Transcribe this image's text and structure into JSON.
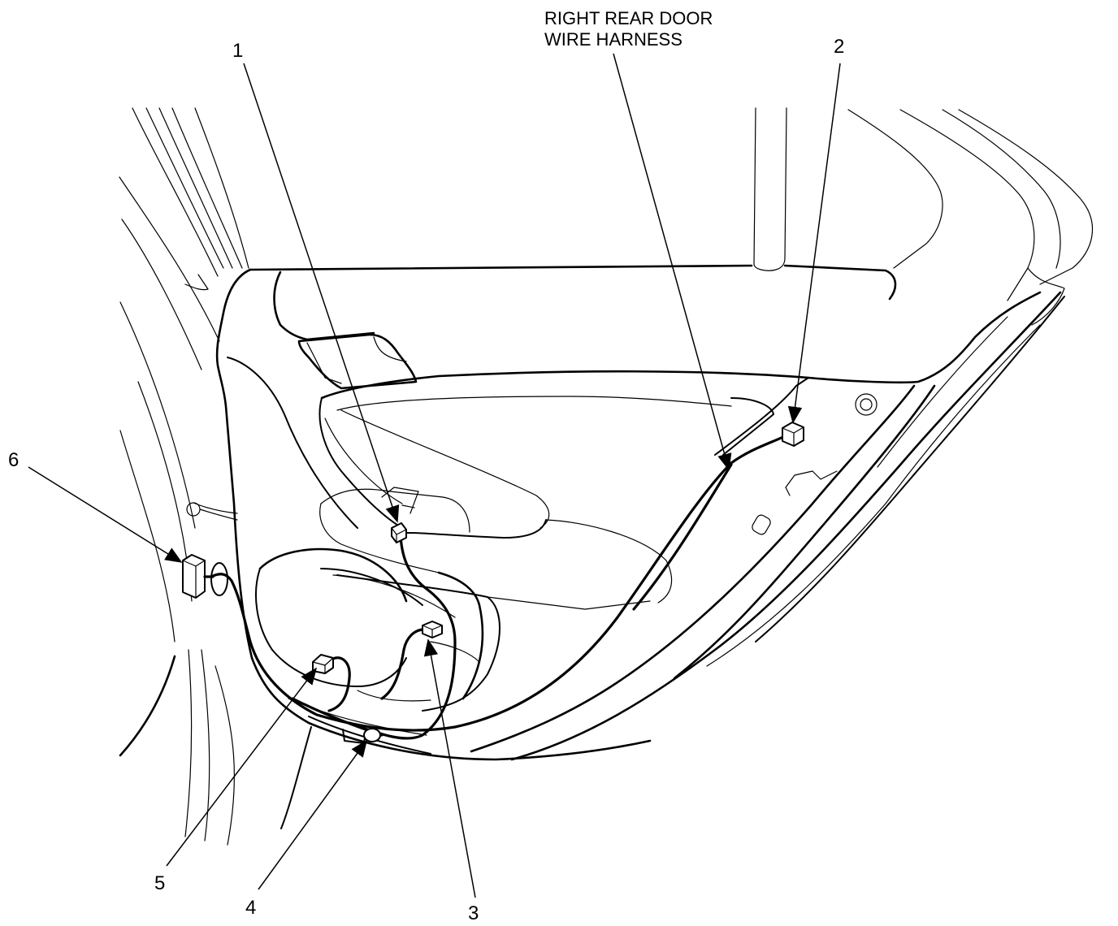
{
  "harness_label": {
    "line1": "RIGHT REAR DOOR",
    "line2": "WIRE HARNESS"
  },
  "callouts": [
    "1",
    "2",
    "3",
    "4",
    "5",
    "6"
  ]
}
